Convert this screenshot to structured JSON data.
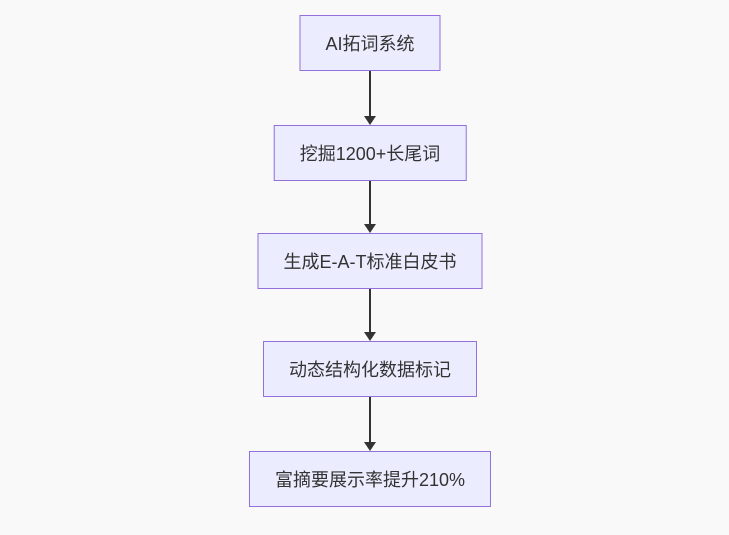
{
  "theme": {
    "background": "#f9f9f9",
    "node_fill": "#ececff",
    "node_border": "#9370db",
    "arrow_color": "#333333",
    "text_color": "#333333"
  },
  "flowchart": {
    "type": "flowchart",
    "direction": "top-down",
    "nodes": [
      {
        "id": "ai-system",
        "label": "AI拓词系统"
      },
      {
        "id": "keyword-mining",
        "label": "挖掘1200+长尾词"
      },
      {
        "id": "whitepaper",
        "label": "生成E-A-T标准白皮书"
      },
      {
        "id": "structured-data",
        "label": "动态结构化数据标记"
      },
      {
        "id": "rich-snippet",
        "label": "富摘要展示率提升210%"
      }
    ],
    "edges": [
      {
        "from": "ai-system",
        "to": "keyword-mining"
      },
      {
        "from": "keyword-mining",
        "to": "whitepaper"
      },
      {
        "from": "whitepaper",
        "to": "structured-data"
      },
      {
        "from": "structured-data",
        "to": "rich-snippet"
      }
    ]
  }
}
